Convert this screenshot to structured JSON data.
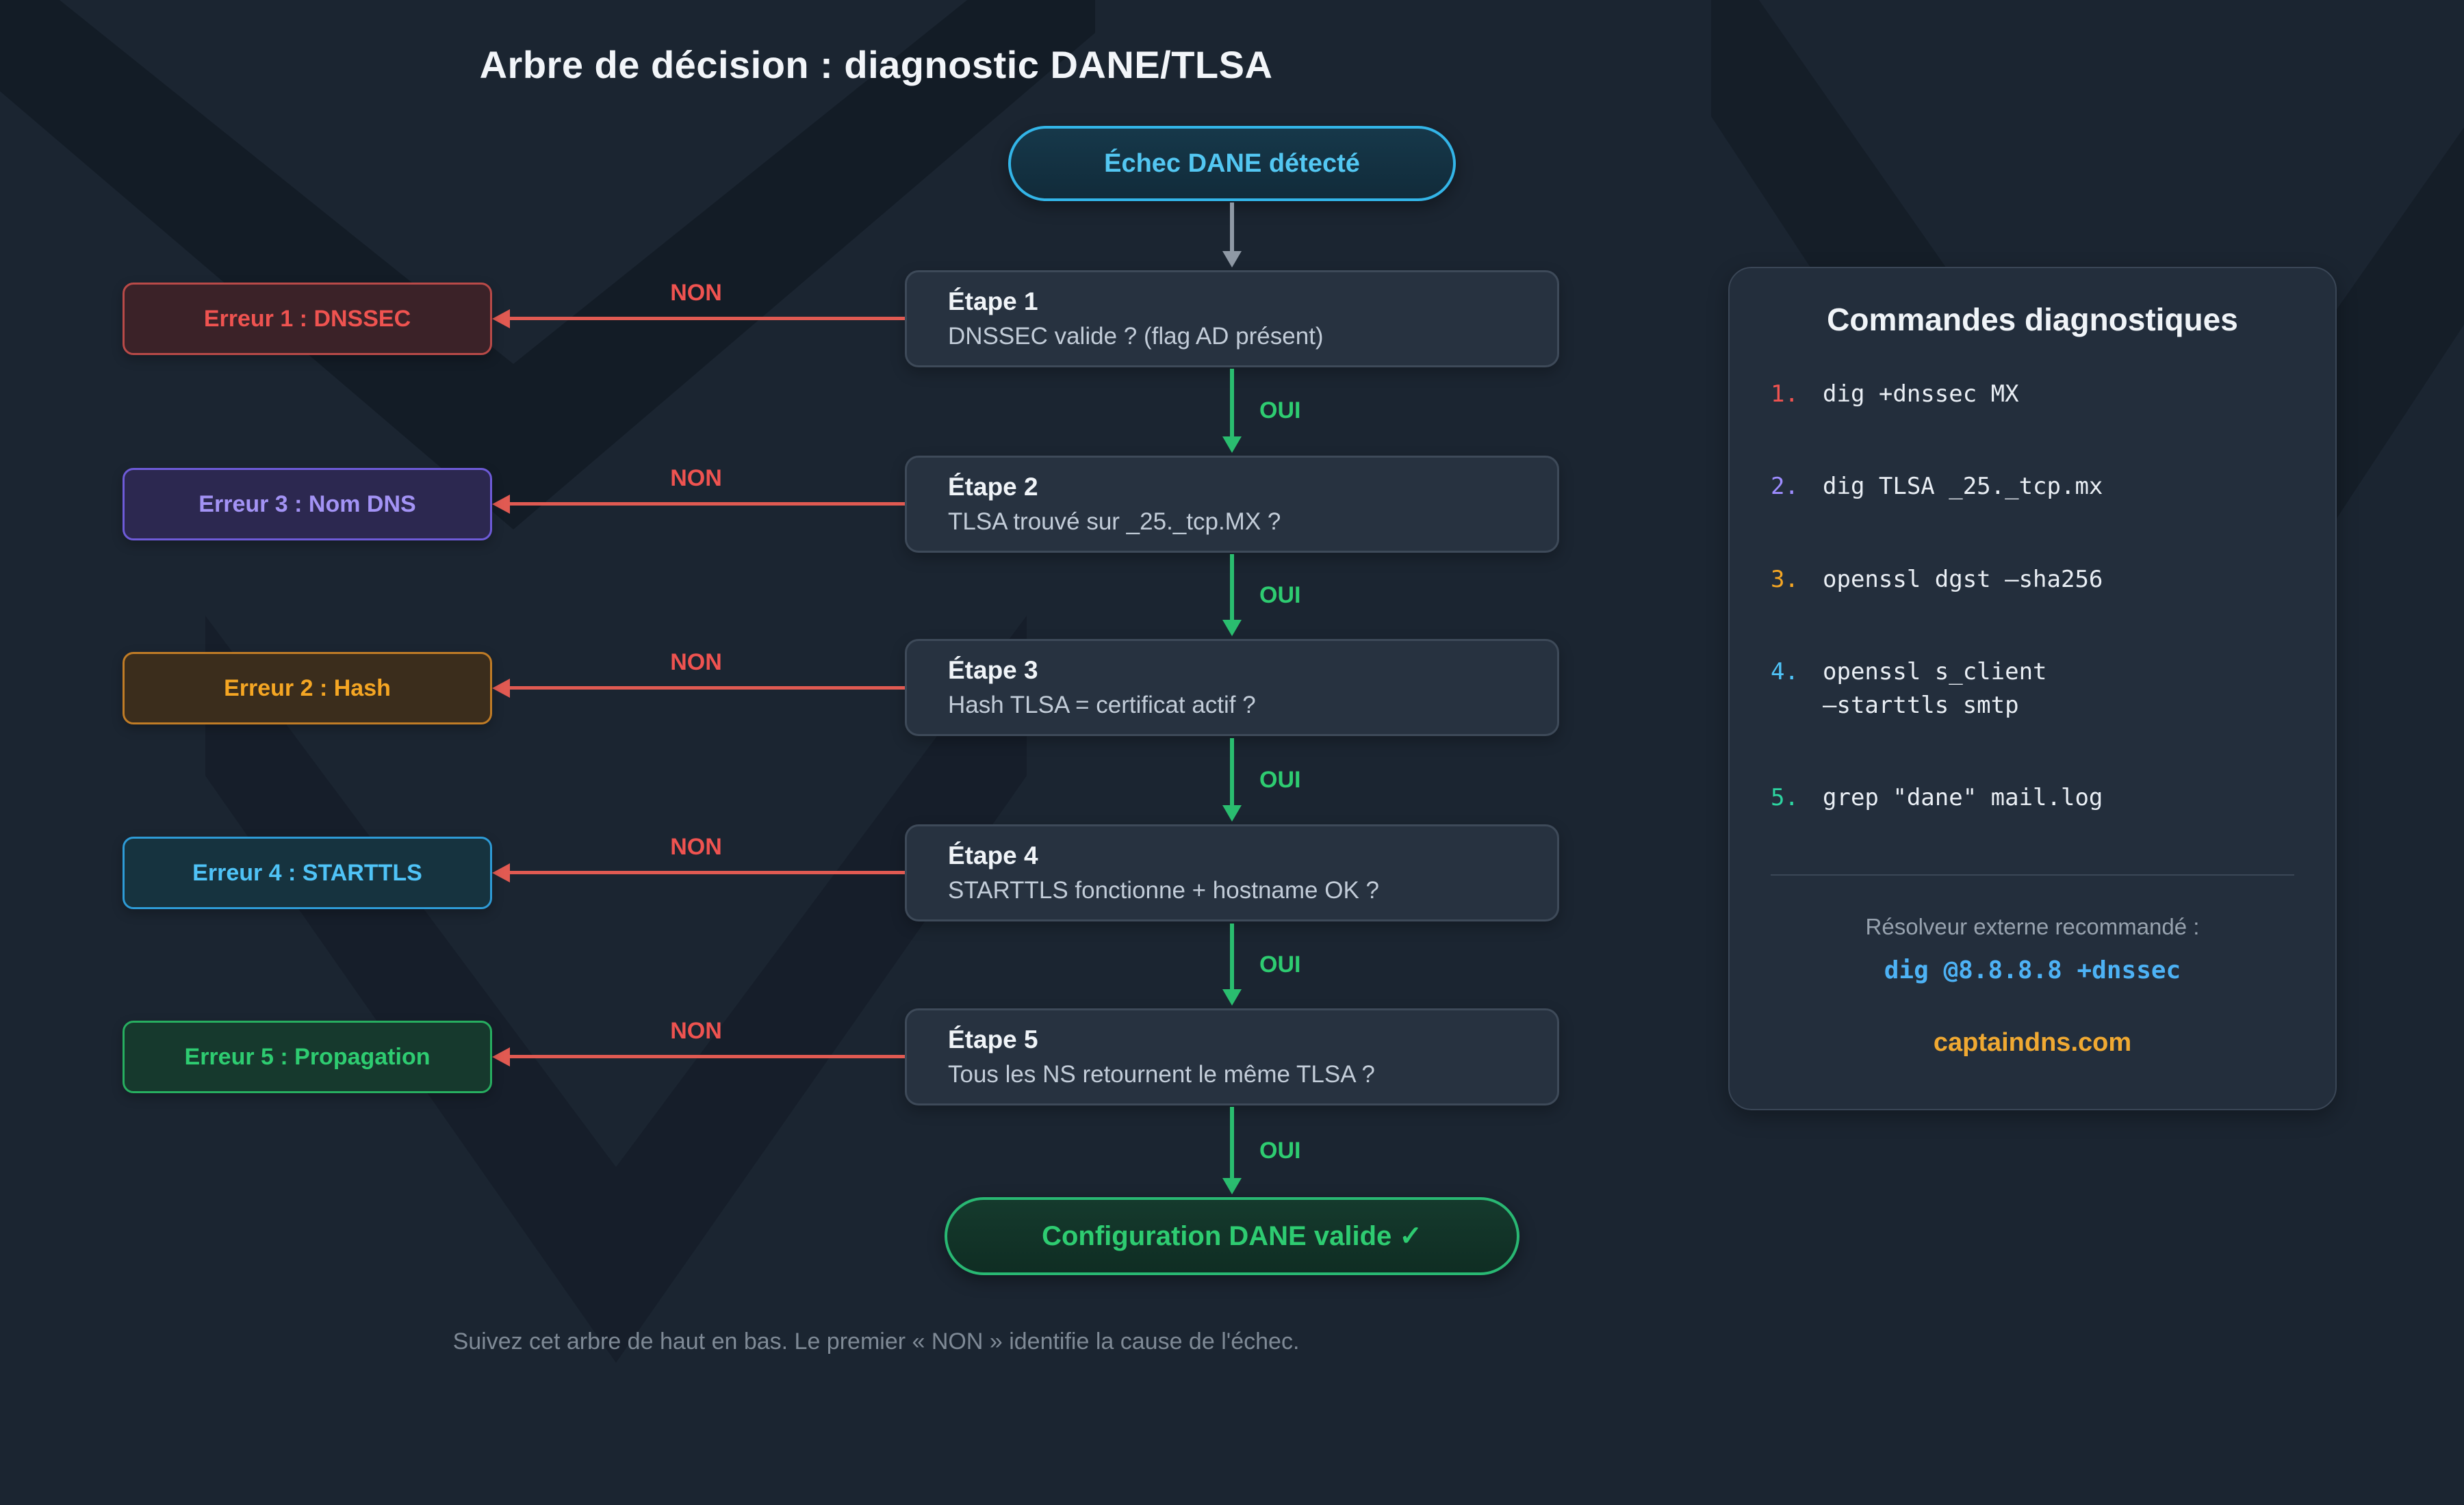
{
  "title": "Arbre de décision : diagnostic DANE/TLSA",
  "labels": {
    "yes": "OUI",
    "no": "NON"
  },
  "start": {
    "label": "Échec DANE détecté"
  },
  "steps": [
    {
      "name": "Étape 1",
      "question": "DNSSEC valide ? (flag AD présent)"
    },
    {
      "name": "Étape 2",
      "question": "TLSA trouvé sur _25._tcp.MX ?"
    },
    {
      "name": "Étape 3",
      "question": "Hash TLSA = certificat actif ?"
    },
    {
      "name": "Étape 4",
      "question": "STARTTLS fonctionne + hostname OK ?"
    },
    {
      "name": "Étape 5",
      "question": "Tous les NS retournent le même TLSA ?"
    }
  ],
  "errors": [
    {
      "label": "Erreur 1 : DNSSEC",
      "color": "#ef5350"
    },
    {
      "label": "Erreur 3 : Nom DNS",
      "color": "#a393f5"
    },
    {
      "label": "Erreur 2 : Hash",
      "color": "#f5a623"
    },
    {
      "label": "Erreur 4 : STARTTLS",
      "color": "#4fc3f7"
    },
    {
      "label": "Erreur 5 : Propagation",
      "color": "#2ecc71"
    }
  ],
  "success": {
    "label": "Configuration DANE valide ✓"
  },
  "footer_note": "Suivez cet arbre de haut en bas. Le premier « NON » identifie la cause de l'échec.",
  "panel": {
    "title": "Commandes diagnostiques",
    "commands": [
      {
        "num": "1.",
        "text": "dig +dnssec MX",
        "color": "#ef5350"
      },
      {
        "num": "2.",
        "text": "dig TLSA _25._tcp.mx",
        "color": "#9d8cff"
      },
      {
        "num": "3.",
        "text": "openssl dgst —sha256",
        "color": "#f5a623"
      },
      {
        "num": "4.",
        "text": "openssl s_client\n—starttls smtp",
        "color": "#4fc3f7"
      },
      {
        "num": "5.",
        "text": "grep \"dane\" mail.log",
        "color": "#2dd4a0"
      }
    ],
    "resolver_label": "Résolveur externe recommandé :",
    "resolver_command": "dig @8.8.8.8 +dnssec",
    "site_link": "captaindns.com"
  },
  "theme": {
    "background": "#1b2531",
    "node_bg": "#273240",
    "node_border": "#3e4a59",
    "yes_color": "#2ecc71",
    "no_color": "#ef5350",
    "start_accent": "#33b5e8",
    "success_accent": "#29b873"
  }
}
